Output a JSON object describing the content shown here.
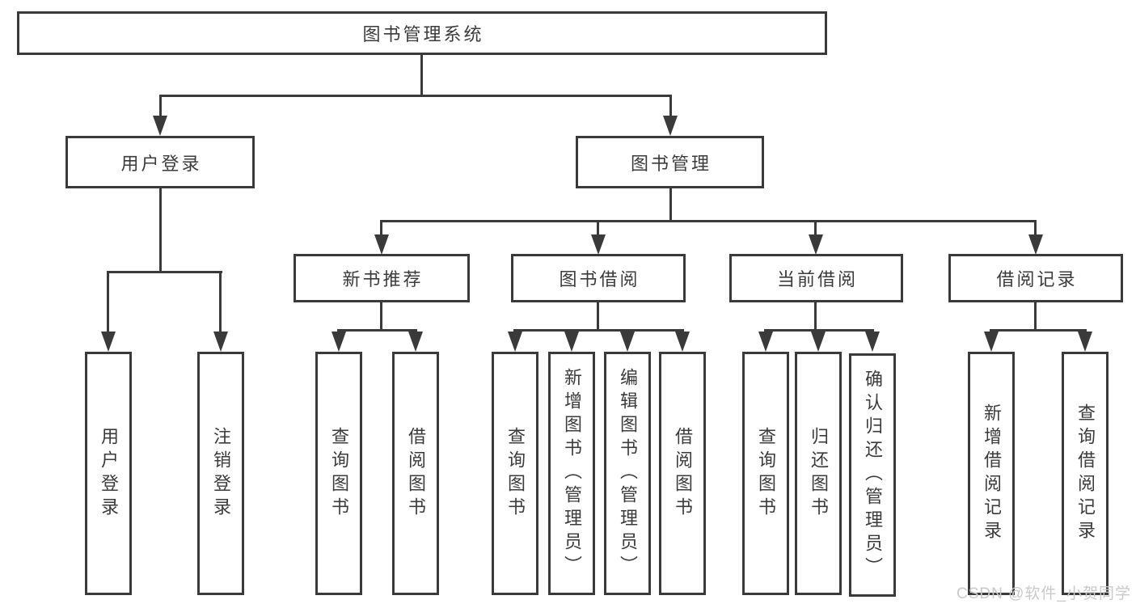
{
  "diagram": {
    "nodes": {
      "root": "图书管理系统",
      "user_login": "用户登录",
      "book_mgmt": "图书管理",
      "new_books": "新书推荐",
      "borrowing": "图书借阅",
      "current": "当前借阅",
      "records": "借阅记录",
      "ul_leaves": [
        "用户登录",
        "注销登录"
      ],
      "nb_leaves": [
        "查询图书",
        "借阅图书"
      ],
      "br_leaves": [
        "查询图书",
        "新增图书（管理员）",
        "编辑图书（管理员）",
        "借阅图书"
      ],
      "cu_leaves": [
        "查询图书",
        "归还图书",
        "确认归还（管理员）"
      ],
      "re_leaves": [
        "新增借阅记录",
        "查询借阅记录"
      ]
    },
    "watermark": "CSDN @软件_小贺同学",
    "colors": {
      "line": "#3a3a3a",
      "text": "#3b3b3b",
      "watermark": "#c9c9c9",
      "background": "#ffffff"
    }
  }
}
